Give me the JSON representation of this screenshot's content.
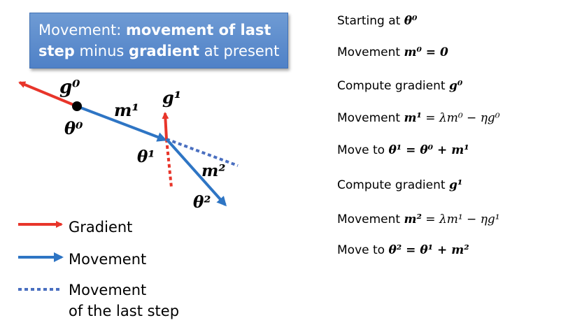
{
  "banner": {
    "part1": "Movement: ",
    "part2": "movement of last step",
    "part3": " minus ",
    "part4": "gradient",
    "part5": " at present"
  },
  "diagram_labels": {
    "g0": "g⁰",
    "theta0": "θ⁰",
    "m1": "m¹",
    "g1": "g¹",
    "theta1": "θ¹",
    "m2": "m²",
    "theta2": "θ²"
  },
  "legend": {
    "gradient": "Gradient",
    "movement": "Movement",
    "last_step_line1": "Movement",
    "last_step_line2": "of the last step"
  },
  "steps": [
    {
      "text": "Starting at ",
      "math": "θ⁰"
    },
    {
      "text": "Movement ",
      "math": "m⁰ = 0"
    },
    {
      "text": "Compute gradient ",
      "math": "g⁰"
    },
    {
      "text": "Movement ",
      "math": "m¹",
      "rest": " = λm⁰ − ηg⁰"
    },
    {
      "text": "Move to ",
      "math": "θ¹ = θ⁰ + m¹"
    },
    {
      "text": "Compute gradient ",
      "math": "g¹"
    },
    {
      "text": "Movement ",
      "math": "m²",
      "rest": " = λm¹ − ηg¹"
    },
    {
      "text": "Move to ",
      "math": "θ² = θ¹ + m²"
    }
  ],
  "colors": {
    "gradient": "#e8352a",
    "movement": "#2e75c4",
    "last_step": "#4a6fc0"
  }
}
